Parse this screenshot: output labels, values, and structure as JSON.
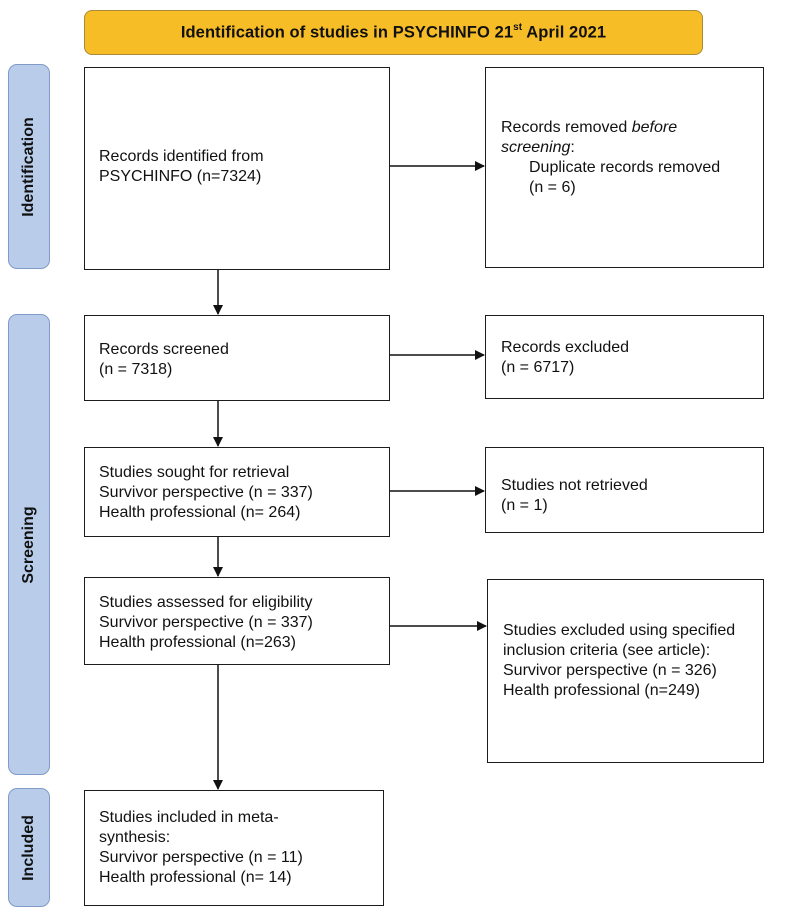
{
  "header": {
    "title_prefix": "Identification of studies in PSYCHINFO 21",
    "title_sup": "st",
    "title_suffix": " April 2021"
  },
  "phases": {
    "identification": "Identification",
    "screening": "Screening",
    "included": "Included"
  },
  "boxes": {
    "records_identified": {
      "line1": "Records identified from",
      "line2": "PSYCHINFO (n=7324)"
    },
    "records_removed": {
      "line1_prefix": "Records removed ",
      "line1_italic": "before",
      "line2_italic": "screening",
      "line2_suffix": ":",
      "line3": "Duplicate records removed",
      "line4": "(n = 6)"
    },
    "records_screened": {
      "line1": "Records screened",
      "line2": "(n = 7318)"
    },
    "records_excluded": {
      "line1": "Records excluded",
      "line2": "(n = 6717)"
    },
    "sought_retrieval": {
      "line1": "Studies sought for retrieval",
      "line2": "Survivor perspective (n = 337)",
      "line3": "Health professional (n= 264)"
    },
    "not_retrieved": {
      "line1": "Studies not retrieved",
      "line2": "(n = 1)"
    },
    "assessed_eligibility": {
      "line1": "Studies assessed for eligibility",
      "line2": "Survivor perspective (n = 337)",
      "line3": "Health professional (n=263)"
    },
    "excluded_criteria": {
      "line1": "Studies excluded using specified",
      "line2": "inclusion criteria (see article):",
      "line3": "Survivor perspective (n = 326)",
      "line4": "Health professional (n=249)"
    },
    "included": {
      "line1": "Studies included in meta-",
      "line2": "synthesis:",
      "line3": "Survivor perspective (n = 11)",
      "line4": "Health professional (n= 14)"
    }
  },
  "colors": {
    "banner": "#f7bd27",
    "phase_tab": "#b9cdea",
    "box_border": "#1c1c1c"
  }
}
